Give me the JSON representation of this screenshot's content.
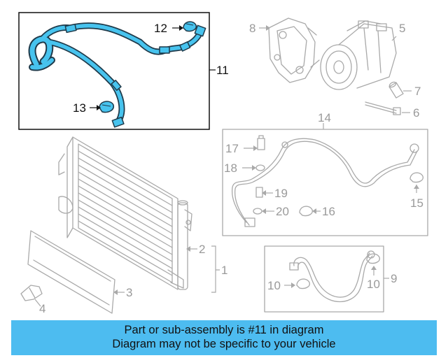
{
  "colors": {
    "highlight_part": "#47c3ee",
    "highlight_outline": "#1f3a4a",
    "banner_background": "#4dbcf0",
    "dim_lines": "#a9a9a9"
  },
  "callouts": {
    "c1": "1",
    "c2": "2",
    "c3": "3",
    "c4": "4",
    "c5": "5",
    "c6": "6",
    "c7": "7",
    "c8": "8",
    "c9": "9",
    "c10a": "10",
    "c10b": "10",
    "c11": "11",
    "c12": "12",
    "c13": "13",
    "c14": "14",
    "c15": "15",
    "c16": "16",
    "c17": "17",
    "c18": "18",
    "c19": "19",
    "c20": "20"
  },
  "banner": {
    "line1": "Part or sub-assembly is #11 in diagram",
    "line2": "Diagram may not be specific to your vehicle"
  }
}
